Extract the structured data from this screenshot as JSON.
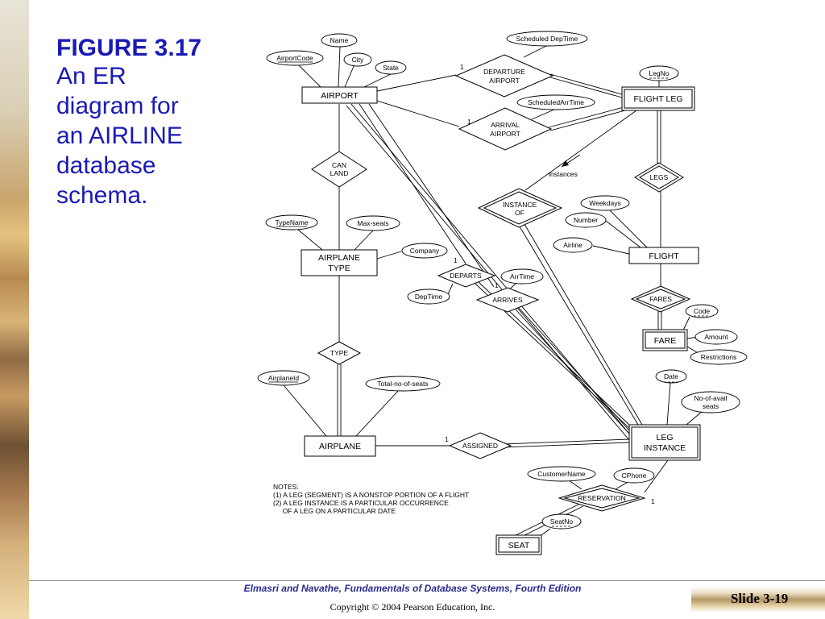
{
  "title": "FIGURE 3.17",
  "caption": "An ER\ndiagram for\nan AIRLINE\ndatabase\nschema.",
  "footer": {
    "source_main": "Elmasri and Navathe, Fundamentals of Database Systems, ",
    "source_edition": "Fourth Edition",
    "copyright": "Copyright © 2004 Pearson Education, Inc.",
    "slide": "Slide 3-19"
  },
  "entities": {
    "airport": "AIRPORT",
    "flight_leg": "FLIGHT LEG",
    "airplane_type_1": "AIRPLANE",
    "airplane_type_2": "TYPE",
    "flight": "FLIGHT",
    "fare": "FARE",
    "airplane": "AIRPLANE",
    "leg_instance_1": "LEG",
    "leg_instance_2": "INSTANCE",
    "seat": "SEAT"
  },
  "relationships": {
    "departure_airport_1": "DEPARTURE",
    "departure_airport_2": "AIRPORT",
    "arrival_airport_1": "ARRIVAL",
    "arrival_airport_2": "AIRPORT",
    "can_land_1": "CAN",
    "can_land_2": "LAND",
    "legs": "LEGS",
    "instance_of_1": "INSTANCE",
    "instance_of_2": "OF",
    "departs": "DEPARTS",
    "arrives": "ARRIVES",
    "fares": "FARES",
    "type": "TYPE",
    "assigned": "ASSIGNED",
    "reservation": "RESERVATION"
  },
  "attributes": {
    "name": "Name",
    "airport_code": "AirportCode",
    "city": "City",
    "state": "State",
    "scheduled_dep_time": "Scheduled DepTime",
    "scheduled_arr_time": "ScheduledArrTime",
    "leg_no": "LegNo",
    "type_name": "TypeName",
    "max_seats": "Max-seats",
    "company": "Company",
    "weekdays": "Weekdays",
    "number": "Number",
    "airline": "Airline",
    "arr_time": "ArrTime",
    "dep_time": "DepTime",
    "code": "Code",
    "amount": "Amount",
    "restrictions": "Restrictions",
    "airplane_id": "AirplaneId",
    "total_seats": "Total-no-of-seats",
    "date": "Date",
    "no_avail_seats_1": "No-of-avail",
    "no_avail_seats_2": "seats",
    "customer_name": "CustomerName",
    "cphone": "CPhone",
    "seat_no": "SeatNo"
  },
  "cardinalities": {
    "departure": "1",
    "arrival": "1",
    "departs": "1",
    "arrives": "1",
    "assigned": "1",
    "reservation": "1"
  },
  "annotation": "instances",
  "notes": "NOTES:\n(1) A LEG (SEGMENT) IS A NONSTOP PORTION OF A FLIGHT\n(2) A LEG INSTANCE IS A PARTICULAR OCCURRENCE\n     OF A LEG ON A PARTICULAR DATE"
}
